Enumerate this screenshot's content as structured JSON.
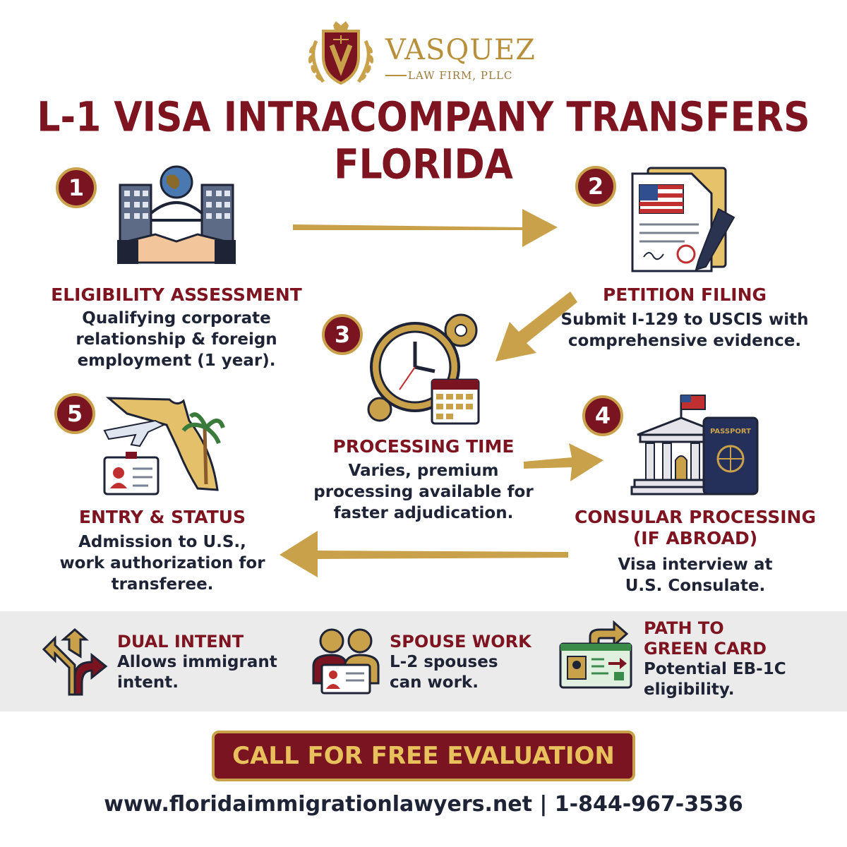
{
  "logo": {
    "name": "VASQUEZ",
    "subtitle": "LAW FIRM, PLLC"
  },
  "title": "L-1 VISA INTRACOMPANY TRANSFERS FLORIDA",
  "steps": [
    {
      "number": "1",
      "title": "ELIGIBILITY ASSESSMENT",
      "lines": [
        "Qualifying corporate",
        "relationship & foreign",
        "employment (1 year)."
      ]
    },
    {
      "number": "2",
      "title": "PETITION FILING",
      "lines": [
        "Submit I-129 to USCIS with",
        "comprehensive evidence."
      ]
    },
    {
      "number": "3",
      "title": "PROCESSING TIME",
      "lines": [
        "Varies, premium",
        "processing available for",
        "faster adjudication."
      ]
    },
    {
      "number": "4",
      "title_lines": [
        "CONSULAR PROCESSING",
        "(IF ABROAD)"
      ],
      "lines": [
        "Visa interview at",
        "U.S. Consulate."
      ]
    },
    {
      "number": "5",
      "title": "ENTRY & STATUS",
      "lines": [
        "Admission to U.S.,",
        "work authorization for",
        "transferee."
      ]
    }
  ],
  "benefits": [
    {
      "title_lines": [
        "DUAL INTENT"
      ],
      "lines": [
        "Allows immigrant",
        "intent."
      ],
      "icon": "split-arrow-icon"
    },
    {
      "title_lines": [
        "SPOUSE WORK"
      ],
      "lines": [
        "L-2 spouses",
        "can work."
      ],
      "icon": "couple-id-icon"
    },
    {
      "title_lines": [
        "PATH TO",
        "GREEN CARD"
      ],
      "lines": [
        "Potential EB-1C",
        "eligibility."
      ],
      "icon": "green-card-icon"
    }
  ],
  "passport_label": "PASSPORT",
  "cta": "CALL FOR FREE EVALUATION",
  "footer": "www.floridaimmigrationlawyers.net | 1-844-967-3536",
  "colors": {
    "maroon": "#7a1420",
    "gold": "#c9a14a",
    "navy": "#1e2336",
    "band": "#ebebeb"
  }
}
